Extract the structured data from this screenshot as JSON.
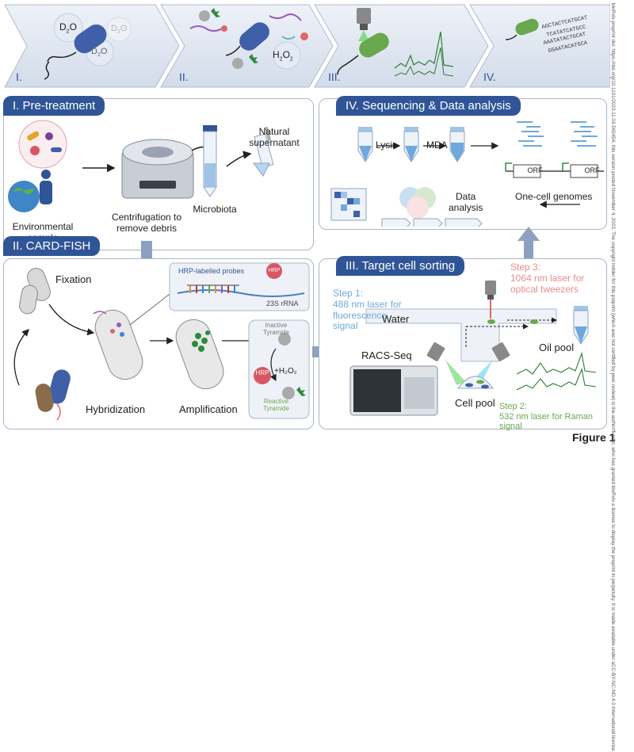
{
  "banner": {
    "stages": [
      "I.",
      "II.",
      "III.",
      "IV."
    ],
    "d2o": "D",
    "d2o_sub": "2",
    "d2o_tail": "O",
    "h2o2": "H",
    "h2o2_sub": "2",
    "h2o2_mid": "O",
    "h2o2_sub2": "2"
  },
  "pretreatment": {
    "title": "I. Pre-treatment",
    "environmental_sample": "Environmental\nsample",
    "centrifugation": "Centrifugation to\nremove debris",
    "microbiota": "Microbiota",
    "natural_supernatant": "Natural\nsupernatant"
  },
  "cardfish": {
    "title": "II. CARD-FISH",
    "fixation": "Fixation",
    "hybridization": "Hybridization",
    "amplification": "Amplification",
    "hrp_probes": "HRP-labelled probes",
    "hrp": "HRP",
    "rrna": "23S rRNA",
    "inactive_tyramide": "Inactive\nTyramide",
    "h2o2": "+H₂O₂",
    "reactive_tyramide": "Reactive\nTyramide"
  },
  "sequencing": {
    "title": "IV. Sequencing & Data analysis",
    "lysis": "Lysis",
    "mda": "MDA",
    "orf": "ORF",
    "data_analysis": "Data\nanalysis",
    "one_cell_genomes": "One-cell genomes"
  },
  "sorting": {
    "title": "III. Target cell sorting",
    "step1": "Step 1:\n488 nm laser for\nfluorescence\nsignal",
    "step3": "Step 3:\n1064 nm laser for\noptical tweezers",
    "step2": "Step 2:\n532 nm laser for Raman signal",
    "water": "Water",
    "oil_pool": "Oil pool",
    "cell_pool": "Cell pool",
    "racs_seq": "RACS-Seq"
  },
  "figure_label": "Figure 1",
  "side_notice": "bioRxiv preprint doi: https://doi.org/10.1101/2023.11.03.565454; this version posted November 4, 2023. The copyright holder for this preprint (which was not certified by peer review) is the author/funder, who has granted bioRxiv a license to display the preprint in perpetuity. It is made available under aCC-BY-NC-ND 4.0 International license.",
  "colors": {
    "panel_title": "#2f5597",
    "panel_border": "#a9b6c8",
    "banner_fill": "#dfe6f1",
    "cell_blue": "#3f5fa8",
    "cell_green": "#6aa84f",
    "step1": "#6fa8dc",
    "step2": "#6aa84f",
    "step3": "#e98c8c"
  }
}
